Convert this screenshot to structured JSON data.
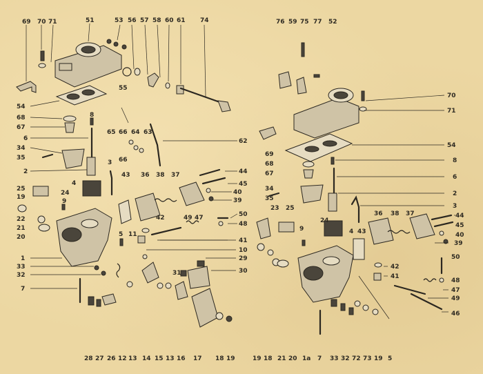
{
  "callouts": [
    {
      "id": "l69",
      "text": "69"
    },
    {
      "id": "l70",
      "text": "70"
    },
    {
      "id": "l71",
      "text": "71"
    },
    {
      "id": "l51",
      "text": "51"
    },
    {
      "id": "l53",
      "text": "53"
    },
    {
      "id": "l56",
      "text": "56"
    },
    {
      "id": "l57",
      "text": "57"
    },
    {
      "id": "l58",
      "text": "58"
    },
    {
      "id": "l60",
      "text": "60"
    },
    {
      "id": "l61",
      "text": "61"
    },
    {
      "id": "l74",
      "text": "74"
    },
    {
      "id": "l55",
      "text": "55"
    },
    {
      "id": "l54a",
      "text": "54"
    },
    {
      "id": "l68a",
      "text": "68"
    },
    {
      "id": "l67a",
      "text": "67"
    },
    {
      "id": "l8a",
      "text": "8"
    },
    {
      "id": "l6a",
      "text": "6"
    },
    {
      "id": "l34a",
      "text": "34"
    },
    {
      "id": "l35a",
      "text": "35"
    },
    {
      "id": "l2a",
      "text": "2"
    },
    {
      "id": "l65",
      "text": "65"
    },
    {
      "id": "l66a",
      "text": "66"
    },
    {
      "id": "l64",
      "text": "64"
    },
    {
      "id": "l63",
      "text": "63"
    },
    {
      "id": "l66b",
      "text": "66"
    },
    {
      "id": "l62",
      "text": "62"
    },
    {
      "id": "l3a",
      "text": "3"
    },
    {
      "id": "l4a",
      "text": "4"
    },
    {
      "id": "l43a",
      "text": "43"
    },
    {
      "id": "l36a",
      "text": "36"
    },
    {
      "id": "l38a",
      "text": "38"
    },
    {
      "id": "l37a",
      "text": "37"
    },
    {
      "id": "l44a",
      "text": "44"
    },
    {
      "id": "l45a",
      "text": "45"
    },
    {
      "id": "l40a",
      "text": "40"
    },
    {
      "id": "l39a",
      "text": "39"
    },
    {
      "id": "l25a",
      "text": "25"
    },
    {
      "id": "l24a",
      "text": "24"
    },
    {
      "id": "l19a",
      "text": "19"
    },
    {
      "id": "l9a",
      "text": "9"
    },
    {
      "id": "l22",
      "text": "22"
    },
    {
      "id": "l21a",
      "text": "21"
    },
    {
      "id": "l20a",
      "text": "20"
    },
    {
      "id": "l42a",
      "text": "42"
    },
    {
      "id": "l49a",
      "text": "49"
    },
    {
      "id": "l47a",
      "text": "47"
    },
    {
      "id": "l50a",
      "text": "50"
    },
    {
      "id": "l48a",
      "text": "48"
    },
    {
      "id": "l5a",
      "text": "5"
    },
    {
      "id": "l11",
      "text": "11"
    },
    {
      "id": "l41a",
      "text": "41"
    },
    {
      "id": "l10",
      "text": "10"
    },
    {
      "id": "l1",
      "text": "1"
    },
    {
      "id": "l33a",
      "text": "33"
    },
    {
      "id": "l32a",
      "text": "32"
    },
    {
      "id": "l29",
      "text": "29"
    },
    {
      "id": "l31",
      "text": "31"
    },
    {
      "id": "l30",
      "text": "30"
    },
    {
      "id": "l7a",
      "text": "7"
    },
    {
      "id": "b28",
      "text": "28"
    },
    {
      "id": "b27",
      "text": "27"
    },
    {
      "id": "b26",
      "text": "26"
    },
    {
      "id": "b12",
      "text": "12"
    },
    {
      "id": "b13a",
      "text": "13"
    },
    {
      "id": "b14",
      "text": "14"
    },
    {
      "id": "b15",
      "text": "15"
    },
    {
      "id": "b13b",
      "text": "13"
    },
    {
      "id": "b16",
      "text": "16"
    },
    {
      "id": "b17",
      "text": "17"
    },
    {
      "id": "b18a",
      "text": "18"
    },
    {
      "id": "b19a",
      "text": "19"
    },
    {
      "id": "r76",
      "text": "76"
    },
    {
      "id": "r59",
      "text": "59"
    },
    {
      "id": "r75",
      "text": "75"
    },
    {
      "id": "r77",
      "text": "77"
    },
    {
      "id": "r52",
      "text": "52"
    },
    {
      "id": "r70",
      "text": "70"
    },
    {
      "id": "r71",
      "text": "71"
    },
    {
      "id": "r54",
      "text": "54"
    },
    {
      "id": "r69",
      "text": "69"
    },
    {
      "id": "r8",
      "text": "8"
    },
    {
      "id": "r68",
      "text": "68"
    },
    {
      "id": "r6",
      "text": "6"
    },
    {
      "id": "r67",
      "text": "67"
    },
    {
      "id": "r2",
      "text": "2"
    },
    {
      "id": "r34",
      "text": "34"
    },
    {
      "id": "r35",
      "text": "35"
    },
    {
      "id": "r3",
      "text": "3"
    },
    {
      "id": "r23",
      "text": "23"
    },
    {
      "id": "r25",
      "text": "25"
    },
    {
      "id": "r36",
      "text": "36"
    },
    {
      "id": "r38",
      "text": "38"
    },
    {
      "id": "r37",
      "text": "37"
    },
    {
      "id": "r44",
      "text": "44"
    },
    {
      "id": "r45",
      "text": "45"
    },
    {
      "id": "r40",
      "text": "40"
    },
    {
      "id": "r39",
      "text": "39"
    },
    {
      "id": "r9",
      "text": "9"
    },
    {
      "id": "r24",
      "text": "24"
    },
    {
      "id": "r4",
      "text": "4"
    },
    {
      "id": "r43",
      "text": "43"
    },
    {
      "id": "r42",
      "text": "42"
    },
    {
      "id": "r41",
      "text": "41"
    },
    {
      "id": "r50",
      "text": "50"
    },
    {
      "id": "r48",
      "text": "48"
    },
    {
      "id": "r47",
      "text": "47"
    },
    {
      "id": "r49",
      "text": "49"
    },
    {
      "id": "r46",
      "text": "46"
    },
    {
      "id": "c19a",
      "text": "19"
    },
    {
      "id": "c18",
      "text": "18"
    },
    {
      "id": "c21",
      "text": "21"
    },
    {
      "id": "c20",
      "text": "20"
    },
    {
      "id": "c1a",
      "text": "1a"
    },
    {
      "id": "c7",
      "text": "7"
    },
    {
      "id": "c33",
      "text": "33"
    },
    {
      "id": "c32",
      "text": "32"
    },
    {
      "id": "c72",
      "text": "72"
    },
    {
      "id": "c73",
      "text": "73"
    },
    {
      "id": "c19b",
      "text": "19"
    },
    {
      "id": "c5",
      "text": "5"
    }
  ]
}
